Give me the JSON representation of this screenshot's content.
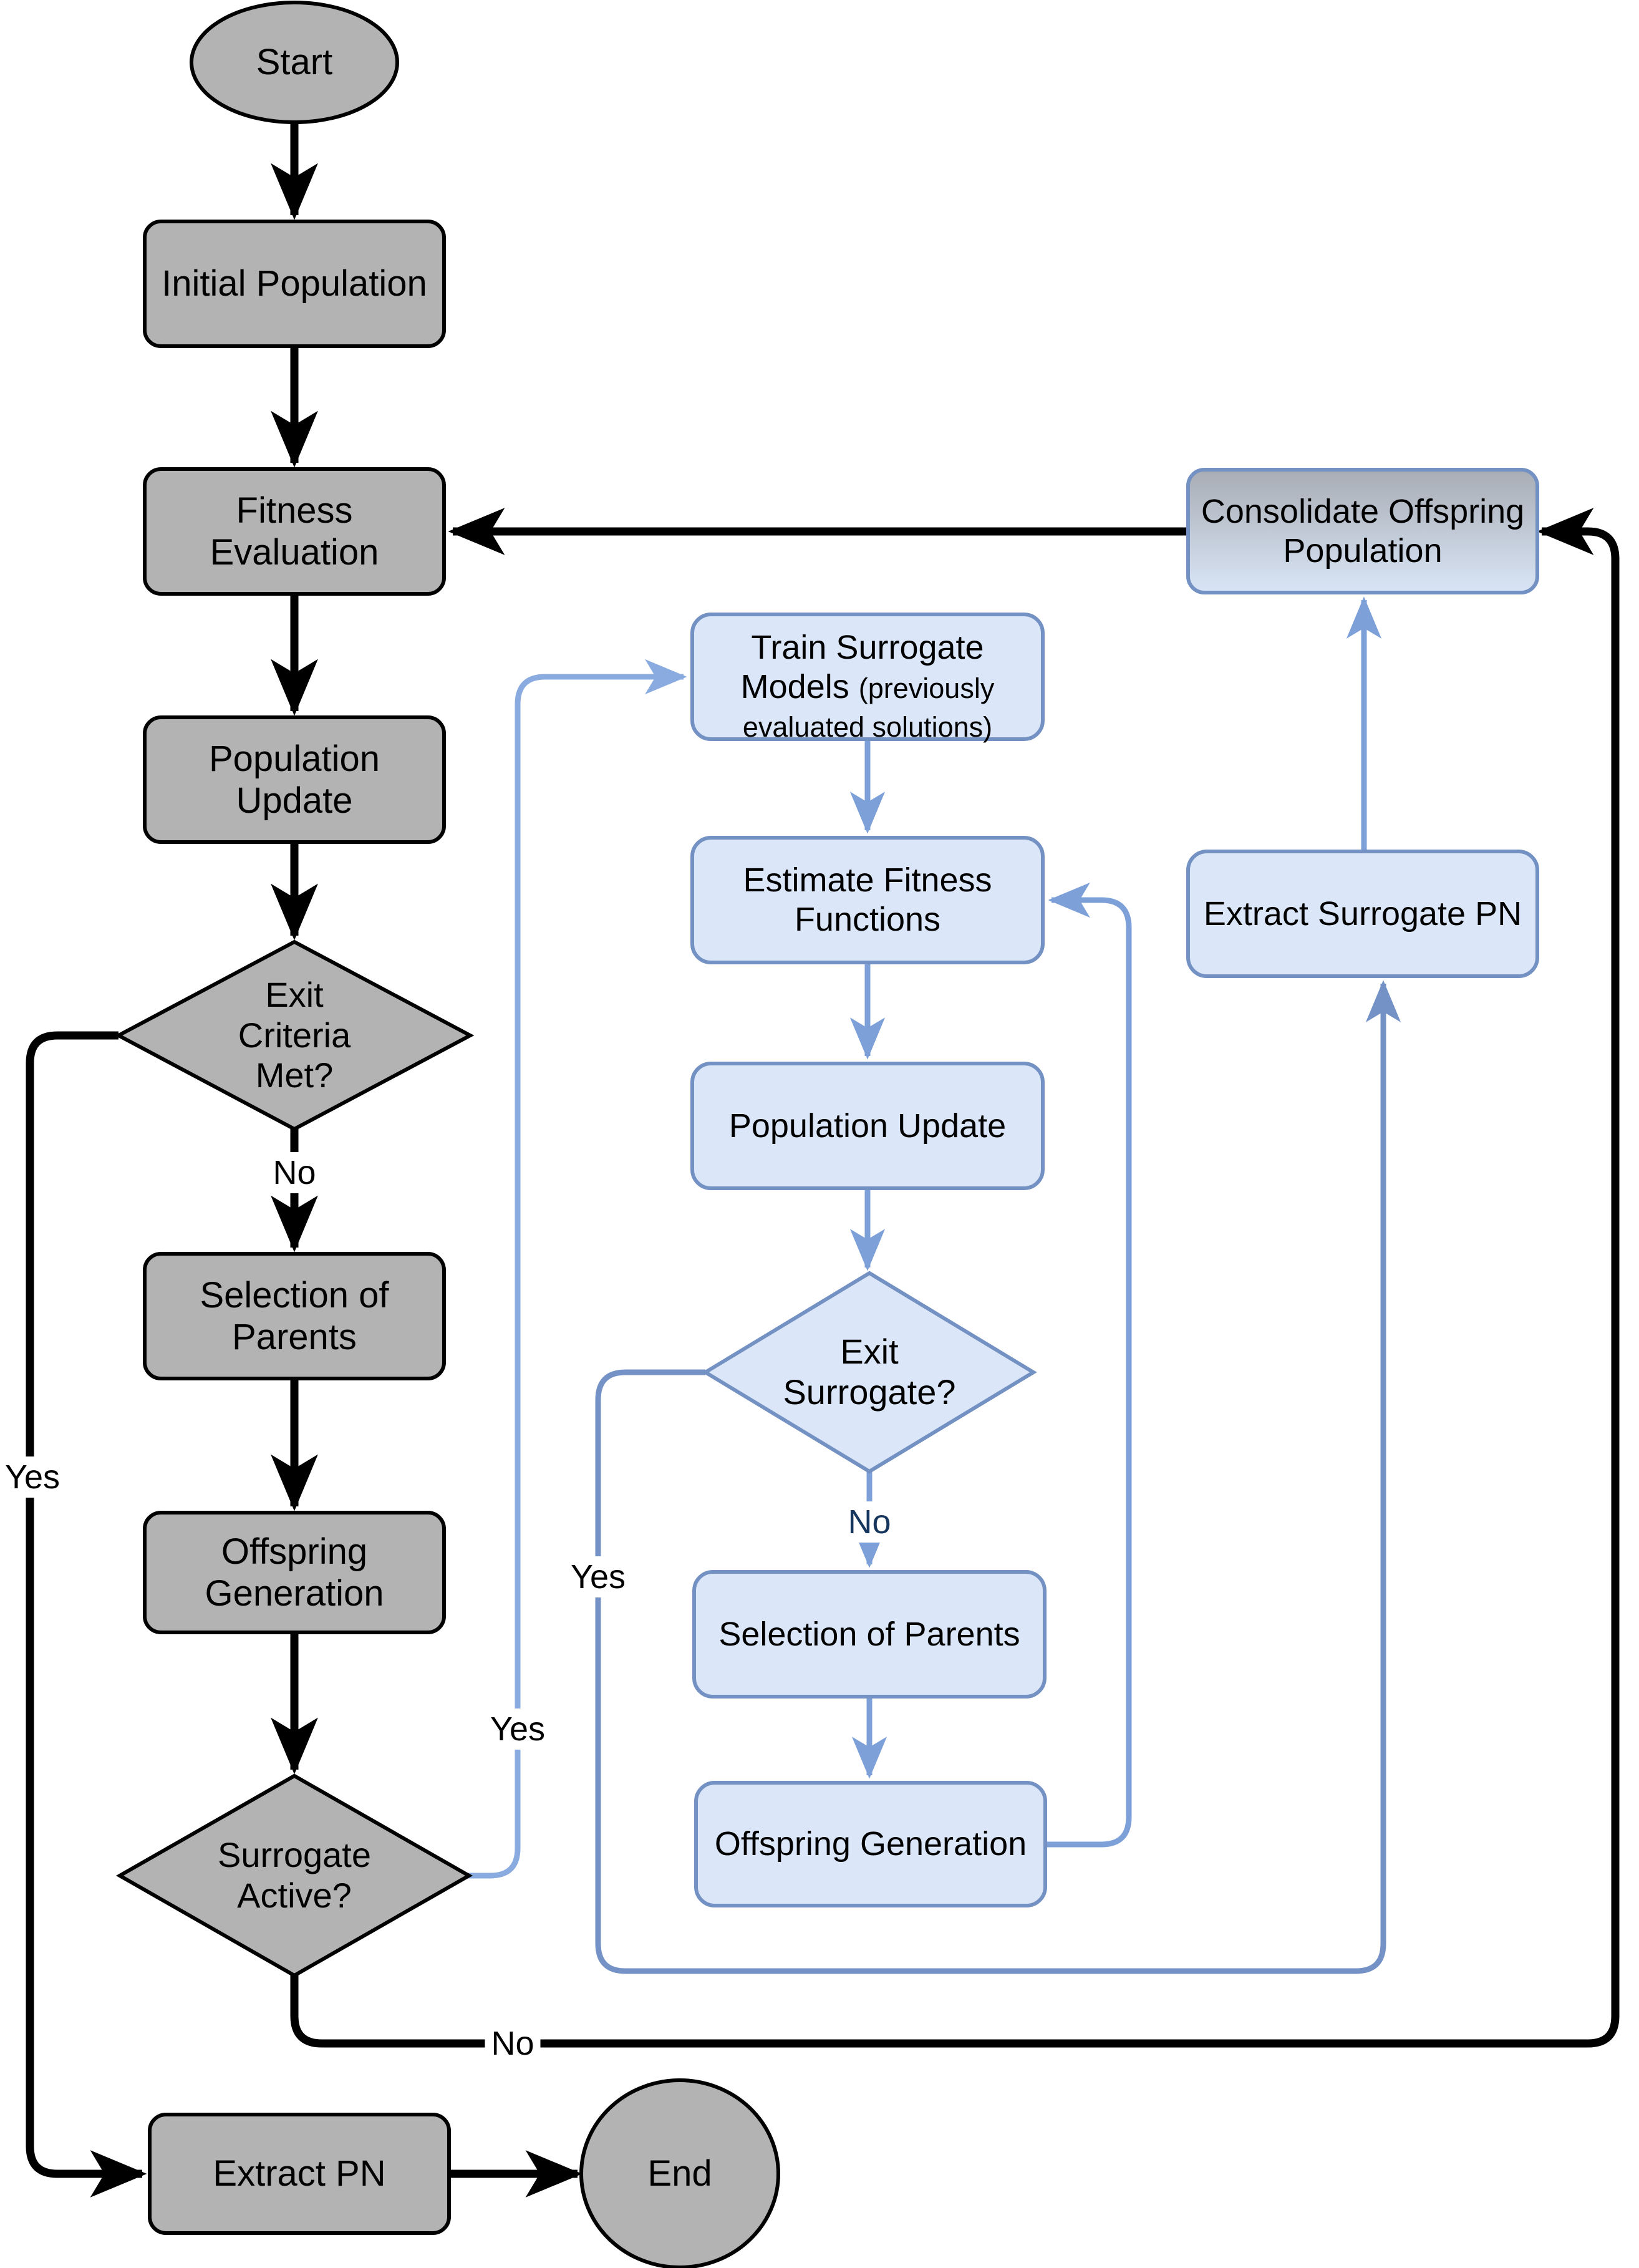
{
  "diagram": {
    "type": "flowchart",
    "description_visible": false
  },
  "nodes": {
    "start": "Start",
    "initial_population": "Initial Population",
    "fitness_evaluation": "Fitness Evaluation",
    "population_update": "Population Update",
    "exit_criteria": "Exit Criteria Met?",
    "selection_of_parents": "Selection of Parents",
    "offspring_generation": "Offspring Generation",
    "surrogate_active": "Surrogate Active?",
    "extract_pn": "Extract PN",
    "end": "End",
    "train_surrogate": {
      "main": "Train Surrogate Models",
      "note": "(previously evaluated solutions)"
    },
    "estimate_fitness": "Estimate Fitness Functions",
    "population_update_surrogate": "Population Update",
    "exit_surrogate": "Exit Surrogate?",
    "selection_of_parents_surrogate": "Selection of Parents",
    "offspring_generation_surrogate": "Offspring Generation",
    "consolidate_offspring": "Consolidate Offspring Population",
    "extract_surrogate_pn": "Extract Surrogate PN"
  },
  "edge_labels": {
    "exit_criteria_yes": "Yes",
    "exit_criteria_no": "No",
    "surrogate_active_yes": "Yes",
    "surrogate_active_no": "No",
    "exit_surrogate_yes": "Yes",
    "exit_surrogate_no": "No"
  },
  "colors": {
    "gray_fill": "#b3b3b3",
    "blue_fill": "#dbe7f9",
    "blue_stroke": "#7391c2",
    "blue_arrow": "#7da0d8",
    "blue_arrow_light": "#8aabdf",
    "blue_loop": "#7492c5",
    "black": "#000000",
    "navy_label": "#17365d",
    "gradient_top": "#a8adb5"
  }
}
